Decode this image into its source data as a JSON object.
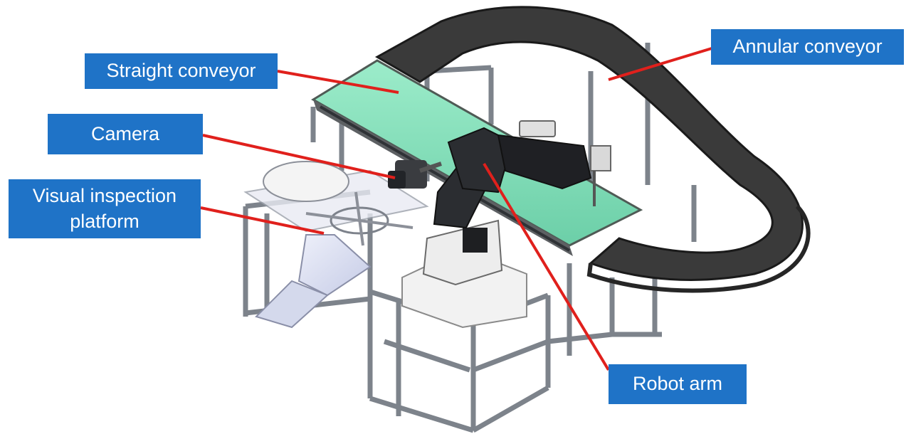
{
  "labels": {
    "straight_conveyor": "Straight conveyor",
    "camera": "Camera",
    "visual_inspection_line1": "Visual inspection",
    "visual_inspection_line2": "platform",
    "annular_conveyor": "Annular conveyor",
    "robot_arm": "Robot arm"
  },
  "colors": {
    "label_bg": "#1f73c7",
    "label_text": "#ffffff",
    "leader_line": "#e0201c",
    "straight_belt": "#8fe6c4",
    "annular_belt": "#3a3a3a",
    "frame": "#8a8f96",
    "platform_glass": "#d8dcef",
    "robot_dark": "#2b2d31",
    "robot_light": "#f2f2f2"
  }
}
